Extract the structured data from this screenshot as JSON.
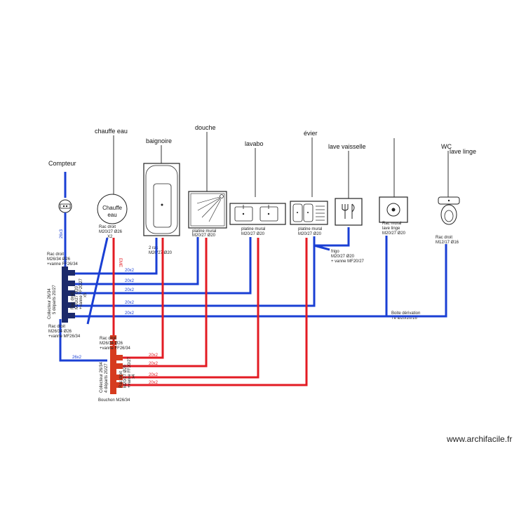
{
  "colors": {
    "cold": "#1a3fd4",
    "hot": "#e31b23",
    "line": "#333333",
    "manifold": "#1c2a6b",
    "manifold_hot": "#d63b1f"
  },
  "fixtures": {
    "compteur": "Compteur",
    "chauffe_eau": "chauffe eau",
    "chauffe_eau_body": [
      "Chauffe",
      "eau"
    ],
    "baignoire": "baignoire",
    "douche": "douche",
    "lavabo": "lavabo",
    "evier": "évier",
    "lave_vaisselle": "lave vaisselle",
    "wc": "WC",
    "lave_linge": "lave linge"
  },
  "notes": {
    "compteur_pipe": "26x3",
    "chauffe_rac": [
      "Rac droit",
      "M20/27 Ø26",
      "X2"
    ],
    "eme": "EME",
    "baignoire_rac": [
      "2 rac",
      "M20/27 Ø20"
    ],
    "douche_platine": [
      "platine mural",
      "M20/27 Ø20"
    ],
    "lavabo_platine": [
      "platine mural",
      "M20/27 Ø20"
    ],
    "evier_platine": [
      "platine mural",
      "M20/27 Ø20"
    ],
    "frigo": [
      "frigo",
      "M20/27 Ø20",
      "+ vanne MF20/27"
    ],
    "lave_linge_rac": [
      "Rac mural",
      "lave linge",
      "M20/27 Ø20"
    ],
    "wc_rac": [
      "Rac droit",
      "M12/17 Ø16"
    ],
    "boite": [
      "Boite dérivation",
      "Té Ø20/20/16"
    ],
    "rac_top_left": [
      "Rac droit",
      "M26/34 Ø26",
      "+vanne FF26/34"
    ],
    "collector_cold": [
      "Collecteur 26/34",
      "5 départs 20/27"
    ],
    "rac_cold_side": [
      "Rac droit",
      "M20/27 Ø20",
      "+vanne FF20/27",
      "x5"
    ],
    "rac_bottom_left": [
      "Rac droit",
      "M26/34 Ø26",
      "+vanne MF26/34"
    ],
    "supply": "26x2",
    "rac_hot_top": [
      "Rac droit",
      "M26/34 Ø26",
      "+vanne FF26/34"
    ],
    "collector_hot": [
      "Collecteur 26/34",
      "4 départs 20/27"
    ],
    "rac_hot_side": [
      "Rac droit",
      "M20/27 Ø20",
      "+vanne FF20/27",
      "x4"
    ],
    "bouchon": "Bouchon M26/34"
  },
  "cold_pipes": [
    "20x2",
    "20x2",
    "20x2",
    "20x2",
    "20x2"
  ],
  "hot_pipes": [
    "20x2",
    "20x2",
    "20x2",
    "20x2"
  ],
  "watermark": "www.archifacile.fr"
}
